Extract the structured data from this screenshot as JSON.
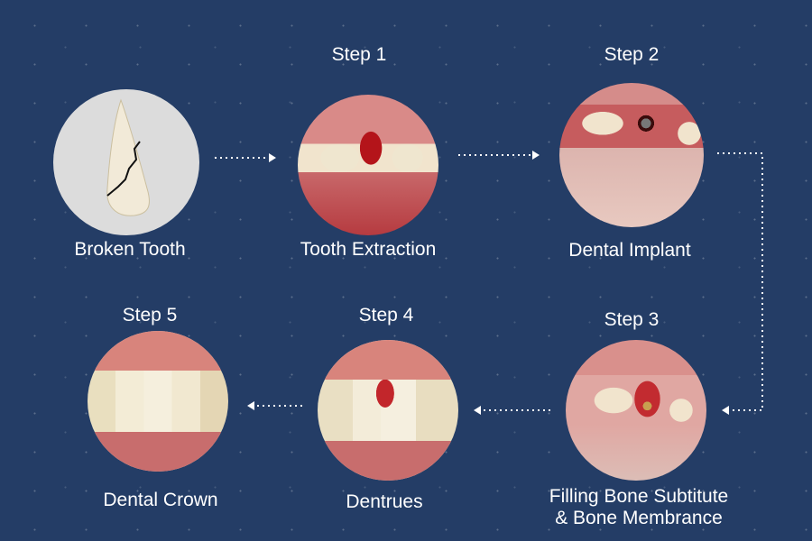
{
  "colors": {
    "background": "#243d66",
    "text": "#ffffff",
    "arrow": "#ffffff"
  },
  "stages": [
    {
      "step": "",
      "label": "Broken Tooth"
    },
    {
      "step": "Step 1",
      "label": "Tooth Extraction"
    },
    {
      "step": "Step 2",
      "label": "Dental Implant"
    },
    {
      "step": "Step 3",
      "label": "Filling Bone Subtitute",
      "label2": "& Bone Membrance"
    },
    {
      "step": "Step 4",
      "label": "Dentrues"
    },
    {
      "step": "Step 5",
      "label": "Dental Crown"
    }
  ]
}
